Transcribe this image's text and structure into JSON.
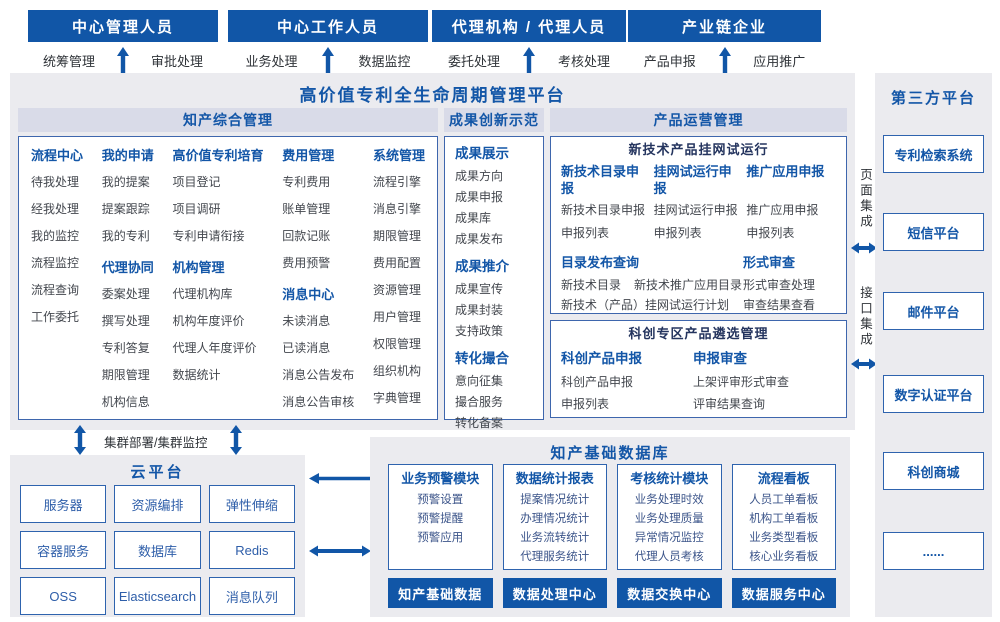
{
  "colors": {
    "primary": "#1156a7",
    "panel_bg": "#ebebef",
    "band_bg": "#d9dbe8"
  },
  "top_groups": [
    {
      "title": "中心管理人员",
      "left_label": "统筹管理",
      "right_label": "审批处理"
    },
    {
      "title": "中心工作人员",
      "left_label": "业务处理",
      "right_label": "数据监控"
    },
    {
      "title": "代理机构 / 代理人员",
      "left_label": "委托处理",
      "right_label": "考核处理"
    },
    {
      "title": "产业链企业",
      "left_label": "产品申报",
      "right_label": "应用推广"
    }
  ],
  "platform": {
    "title": "高价值专利全生命周期管理平台",
    "ip_mgmt": {
      "title": "知产综合管理",
      "col1": {
        "g1": {
          "title": "流程中心",
          "items": [
            "待我处理",
            "经我处理",
            "我的监控",
            "流程监控",
            "流程查询",
            "工作委托"
          ]
        }
      },
      "col2": {
        "g1": {
          "title": "我的申请",
          "items": [
            "我的提案",
            "提案跟踪",
            "我的专利"
          ]
        },
        "g2": {
          "title": "代理协同",
          "items": [
            "委案处理",
            "撰写处理",
            "专利答复",
            "期限管理",
            "机构信息"
          ]
        }
      },
      "col3": {
        "g1": {
          "title": "高价值专利培育",
          "items": [
            "项目登记",
            "项目调研",
            "专利申请衔接"
          ]
        },
        "g2": {
          "title": "机构管理",
          "items": [
            "代理机构库",
            "机构年度评价",
            "代理人年度评价",
            "数据统计"
          ]
        }
      },
      "col4": {
        "g1": {
          "title": "费用管理",
          "items": [
            "专利费用",
            "账单管理",
            "回款记账",
            "费用预警"
          ]
        },
        "g2": {
          "title": "消息中心",
          "items": [
            "未读消息",
            "已读消息",
            "消息公告发布",
            "消息公告审核"
          ]
        }
      },
      "col5": {
        "g1": {
          "title": "系统管理",
          "items": [
            "流程引擎",
            "消息引擎",
            "期限管理",
            "费用配置",
            "资源管理",
            "用户管理",
            "权限管理",
            "组织机构",
            "字典管理"
          ]
        }
      }
    },
    "achievement": {
      "title": "成果创新示范",
      "g1": {
        "title": "成果展示",
        "items": [
          "成果方向",
          "成果申报",
          "成果库",
          "成果发布"
        ]
      },
      "g2": {
        "title": "成果推介",
        "items": [
          "成果宣传",
          "成果封装",
          "支持政策"
        ]
      },
      "g3": {
        "title": "转化撮合",
        "items": [
          "意向征集",
          "撮合服务",
          "转化备案"
        ]
      }
    },
    "product_ops": {
      "title": "产品运营管理",
      "trial": {
        "title": "新技术产品挂网试运行",
        "g1": {
          "title": "新技术目录申报",
          "items": [
            "新技术目录申报",
            "申报列表"
          ]
        },
        "g2": {
          "title": "挂网试运行申报",
          "items": [
            "挂网试运行申报",
            "申报列表"
          ]
        },
        "g3": {
          "title": "推广应用申报",
          "items": [
            "推广应用申报",
            "申报列表"
          ]
        },
        "g4": {
          "title": "目录发布查询",
          "row1a": "新技术目录",
          "row1b": "新技术推广应用目录",
          "row2": "新技术（产品）挂网试运行计划"
        },
        "g5": {
          "title": "形式审查",
          "items": [
            "形式审查处理",
            "审查结果查看"
          ]
        }
      },
      "sci": {
        "title": "科创专区产品遴选管理",
        "g1": {
          "title": "科创产品申报",
          "items": [
            "科创产品申报",
            "申报列表"
          ]
        },
        "g2": {
          "title": "申报审查",
          "items": [
            "上架评审形式审查",
            "评审结果查询"
          ]
        }
      }
    }
  },
  "integration": {
    "page": "页面集成",
    "api": "接口集成"
  },
  "third_party": {
    "title": "第三方平台",
    "items": [
      "专利检索系统",
      "短信平台",
      "邮件平台",
      "数字认证平台",
      "科创商城",
      "......"
    ]
  },
  "cluster_label": "集群部署/集群监控",
  "cloud": {
    "title": "云平台",
    "items": [
      "服务器",
      "资源编排",
      "弹性伸缩",
      "容器服务",
      "数据库",
      "Redis",
      "OSS",
      "Elasticsearch",
      "消息队列"
    ]
  },
  "database": {
    "title": "知产基础数据库",
    "modules": [
      {
        "title": "业务预警模块",
        "items": [
          "预警设置",
          "预警提醒",
          "预警应用"
        ],
        "bar": "知产基础数据"
      },
      {
        "title": "数据统计报表",
        "items": [
          "提案情况统计",
          "办理情况统计",
          "业务流转统计",
          "代理服务统计"
        ],
        "bar": "数据处理中心"
      },
      {
        "title": "考核统计模块",
        "items": [
          "业务处理时效",
          "业务处理质量",
          "异常情况监控",
          "代理人员考核"
        ],
        "bar": "数据交换中心"
      },
      {
        "title": "流程看板",
        "items": [
          "人员工单看板",
          "机构工单看板",
          "业务类型看板",
          "核心业务看板"
        ],
        "bar": "数据服务中心"
      }
    ]
  }
}
